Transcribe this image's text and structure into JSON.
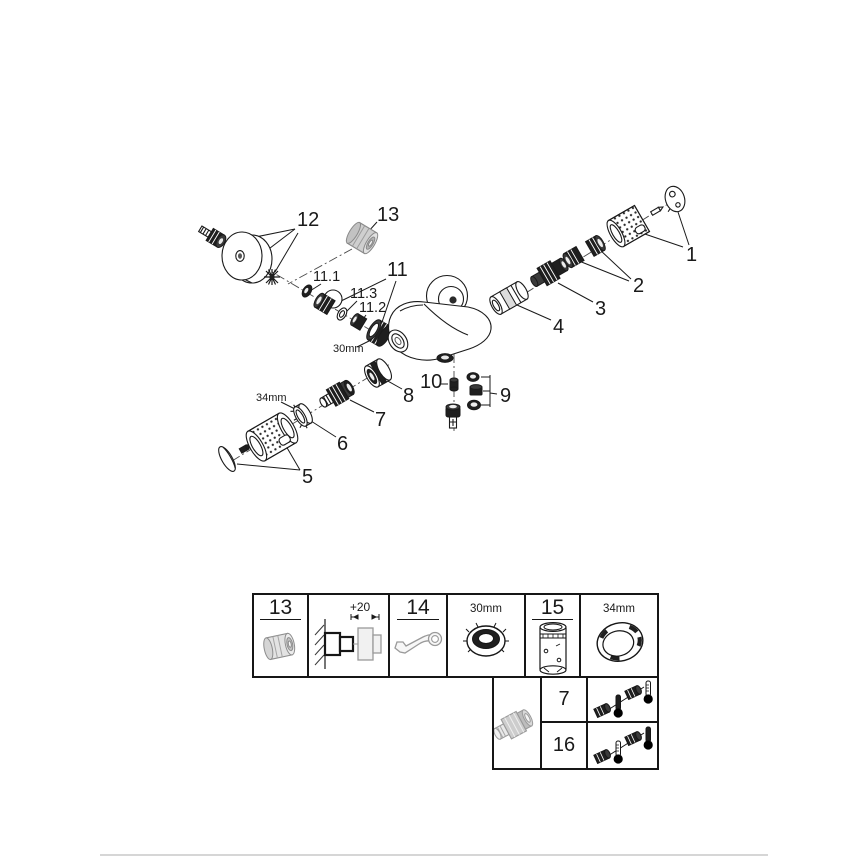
{
  "diagram": {
    "parts": {
      "p1": "1",
      "p2": "2",
      "p3": "3",
      "p4": "4",
      "p5": "5",
      "p6": "6",
      "p7": "7",
      "p8": "8",
      "p9": "9",
      "p10": "10",
      "p11": "11",
      "p11_1": "11.1",
      "p11_2": "11.2",
      "p11_3": "11.3",
      "p12": "12",
      "p13": "13"
    },
    "annotations": {
      "nut30": "30mm",
      "ring34": "34mm"
    }
  },
  "parts_table": {
    "row1": [
      {
        "label": "13",
        "icon": "cap-icon"
      },
      {
        "label": "+20",
        "icon": "wall-extension-icon"
      },
      {
        "label": "14",
        "icon": "wrench-icon"
      },
      {
        "label": "30mm",
        "icon": "aerator-nut-icon"
      },
      {
        "label": "15",
        "icon": "socket-tool-icon"
      },
      {
        "label": "34mm",
        "icon": "ring-nut-icon"
      }
    ],
    "row2": [
      {
        "label": "7",
        "icon": "temp-adjust-icon"
      },
      {
        "label": "16",
        "icon": "temp-adjust-icon"
      }
    ],
    "row2_part_icon": "check-valve-icon"
  }
}
